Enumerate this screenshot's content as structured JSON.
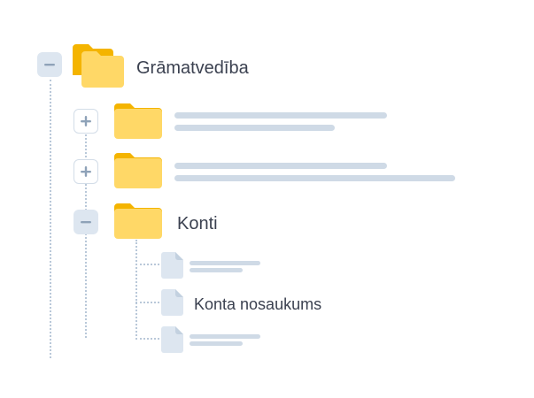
{
  "tree": {
    "root": {
      "label": "Grāmatvedība",
      "toggle": "collapse",
      "icon": "folder-icon"
    },
    "children": [
      {
        "toggle": "expand",
        "icon": "folder-icon",
        "label": null
      },
      {
        "toggle": "expand",
        "icon": "folder-icon",
        "label": null
      },
      {
        "toggle": "collapse",
        "icon": "folder-icon",
        "label": "Konti",
        "files": [
          {
            "icon": "file-icon",
            "label": null
          },
          {
            "icon": "file-icon",
            "label": "Konta nosaukums"
          },
          {
            "icon": "file-icon",
            "label": null
          }
        ]
      }
    ]
  },
  "colors": {
    "folder_front": "#ffd867",
    "folder_back": "#f4b400",
    "file": "#dde6f0",
    "placeholder_bar": "#cfdae6",
    "toggle_bg": "#dde6f0",
    "guide_line": "#b9c8d9",
    "text": "#3b4150"
  }
}
